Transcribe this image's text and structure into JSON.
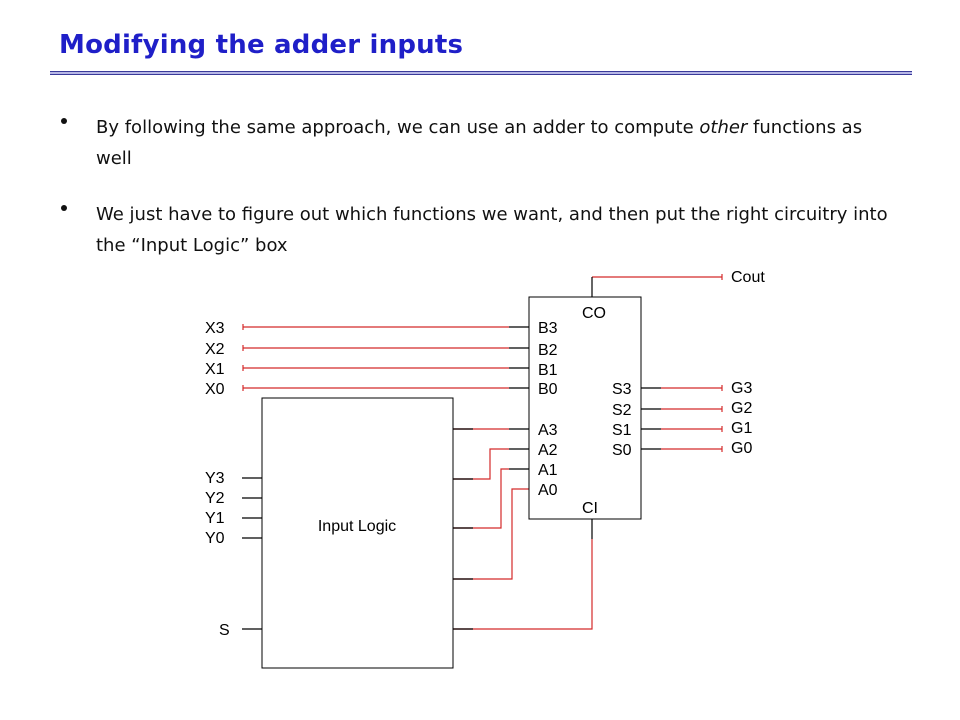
{
  "slide": {
    "title": "Modifying the adder inputs",
    "bullets": [
      {
        "before": "By following the same approach, we can use an adder to compute ",
        "emphasis": "other",
        "after": " functions as well"
      },
      {
        "text": "We just have to figure out which functions we want, and then put the right circuitry into the “Input Logic” box"
      }
    ]
  },
  "diagram": {
    "adder_labels": {
      "carry_out": "CO",
      "carry_in": "CI",
      "b_inputs": [
        "B3",
        "B2",
        "B1",
        "B0"
      ],
      "a_inputs": [
        "A3",
        "A2",
        "A1",
        "A0"
      ],
      "sum_outputs": [
        "S3",
        "S2",
        "S1",
        "S0"
      ]
    },
    "logic_box_label": "Input Logic",
    "x_inputs": [
      "X3",
      "X2",
      "X1",
      "X0"
    ],
    "y_inputs": [
      "Y3",
      "Y2",
      "Y1",
      "Y0"
    ],
    "select_input": "S",
    "g_outputs": [
      "G3",
      "G2",
      "G1",
      "G0"
    ],
    "carry_output": "Cout",
    "wire_color": "#d42a2a",
    "stub_color": "#000000"
  }
}
